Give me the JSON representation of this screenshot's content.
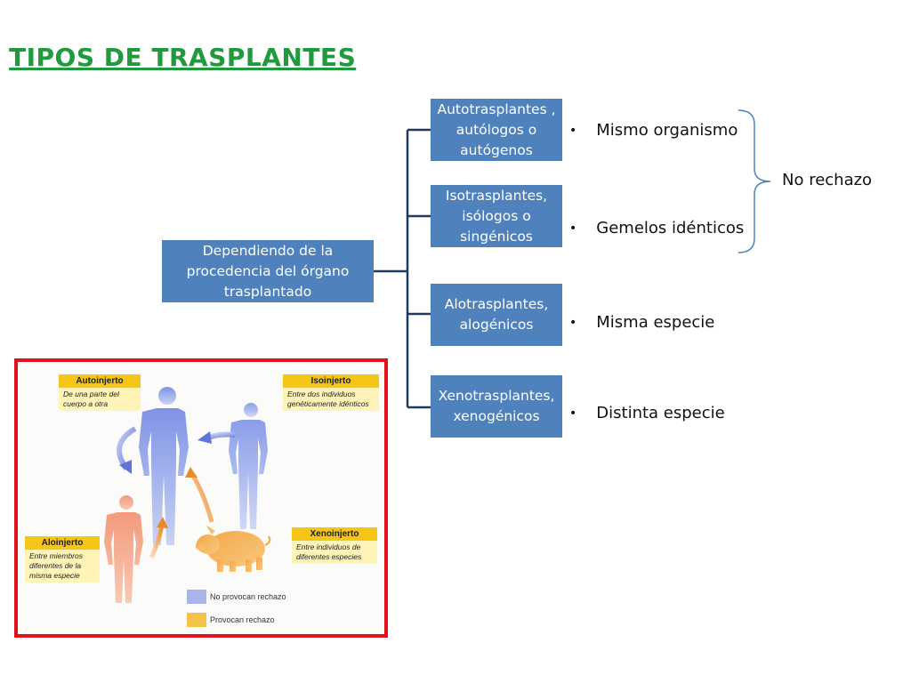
{
  "title": "TIPOS DE TRASPLANTES",
  "root": "Dependiendo de la procedencia del órgano trasplantado",
  "branches": [
    {
      "label": "Autotrasplantes , autólogos o autógenos",
      "desc": "Mismo organismo"
    },
    {
      "label": "Isotrasplantes, isólogos o singénicos",
      "desc": "Gemelos idénticos"
    },
    {
      "label": "Alotrasplantes, alogénicos",
      "desc": "Misma especie"
    },
    {
      "label": "Xenotrasplantes, xenogénicos",
      "desc": "Distinta especie"
    }
  ],
  "bracket_label": "No rechazo",
  "bullet_char": "•",
  "figure": {
    "autoinjerto": {
      "title": "Autoinjerto",
      "desc": "De una parte del cuerpo a otra"
    },
    "isoinjerto": {
      "title": "Isoinjerto",
      "desc": "Entre dos individuos genéticamente idénticos"
    },
    "aloinjerto": {
      "title": "Aloinjerto",
      "desc": "Entre miembros diferentes de la misma especie"
    },
    "xenoinjerto": {
      "title": "Xenoinjerto",
      "desc": "Entre individuos de diferentes especies"
    },
    "legend": [
      {
        "label": "No provocan rechazo",
        "color": "#a9b4ec"
      },
      {
        "label": "Provocan rechazo",
        "color": "#f7c24a"
      }
    ]
  },
  "colors": {
    "title": "#1f9a3c",
    "box": "#4f81bd",
    "figure_border": "#e3111b"
  }
}
